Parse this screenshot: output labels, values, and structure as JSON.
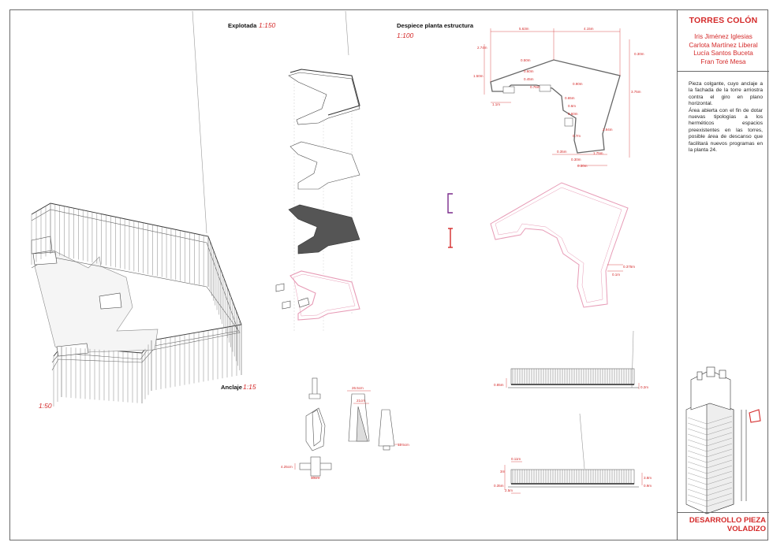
{
  "sidebar": {
    "title": "TORRES COLÓN",
    "authors": [
      "Iris Jiménez Iglesias",
      "Carlota Martínez Liberal",
      "Lucía Santos Buceta",
      "Fran Toré Mesa"
    ],
    "description": [
      "Pieza colgante, cuyo anclaje a la fachada de la torre arriostra contra el giro en plano horizontal.",
      "Área abierta con el fin de dotar nuevas tipologías a los herméticos espacios preexistentes en las torres, posible área de descanso que facilitará nuevos programas en la planta 24."
    ],
    "sheet_title_line1": "DESARROLLO PIEZA",
    "sheet_title_line2": "VOLADIZO"
  },
  "labels": {
    "explotada": "Explotada",
    "explotada_scale": "1:150",
    "despiece": "Despiece planta estructura",
    "despiece_scale": "1:100",
    "anclaje": "Anclaje",
    "anclaje_scale": "1:15",
    "axo_scale": "1:50"
  },
  "dimensions": {
    "plan_top": [
      "5.63m",
      "4.15m"
    ],
    "plan_misc": [
      "2.74m",
      "0.50m",
      "1.50m",
      "0.60m",
      "0.45m",
      "1.1m",
      "0.76m",
      "0.90m",
      "0.65m",
      "0.30m",
      "3.75m",
      "0.6m",
      "0.60m",
      "2.94m",
      "0.7m",
      "0.35m",
      "0.30m",
      "1.75m",
      "0.30m"
    ],
    "pink_plan": [
      "0.375m",
      "0.1m"
    ],
    "anclaje": [
      "26.5cm",
      "21cm",
      "12.5cm",
      "4.25cm",
      "10cm"
    ],
    "elev_top": [
      "0.85m",
      "0.2m"
    ],
    "elev_bottom": [
      "0.11m",
      "3m",
      "0.35m",
      "2.5m",
      "3.8m",
      "0.9m"
    ]
  },
  "colors": {
    "accent": "#d42a2a",
    "frame": "#6a6a6a",
    "pink": "#e79bb6",
    "purple": "#7a2c8c"
  }
}
